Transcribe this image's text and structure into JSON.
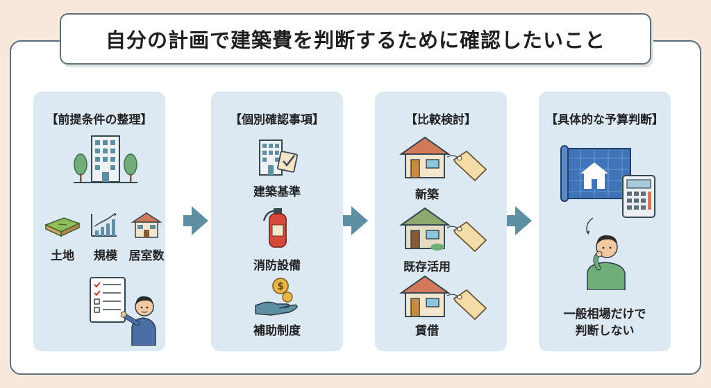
{
  "title": "自分の計画で建築費を判断するために確認したいこと",
  "panels": [
    {
      "heading": "【前提条件の整理】",
      "items": [
        "土地",
        "規模",
        "居室数"
      ]
    },
    {
      "heading": "【個別確認事項】",
      "items": [
        "建築基準",
        "消防設備",
        "補助制度"
      ]
    },
    {
      "heading": "【比較検討】",
      "items": [
        "新築",
        "既存活用",
        "賃借"
      ]
    },
    {
      "heading": "【具体的な予算判断】",
      "conclusion": [
        "一般相場だけで",
        "判断しない"
      ]
    }
  ],
  "icons": {
    "panel1": [
      "office-building-icon",
      "land-plot-icon",
      "growth-chart-icon",
      "house-rooms-icon",
      "checklist-icon",
      "presenter-person-icon"
    ],
    "panel2": [
      "building-check-icon",
      "fire-extinguisher-icon",
      "coin-hand-icon"
    ],
    "panel3": [
      "house-tag-icon"
    ],
    "panel4": [
      "blueprint-icon",
      "calculator-icon",
      "thinking-person-icon"
    ]
  },
  "colors": {
    "background": "#f7e9dc",
    "panel": "#dde9f2",
    "arrow": "#5f8fa3",
    "border": "#5c6f7a"
  }
}
